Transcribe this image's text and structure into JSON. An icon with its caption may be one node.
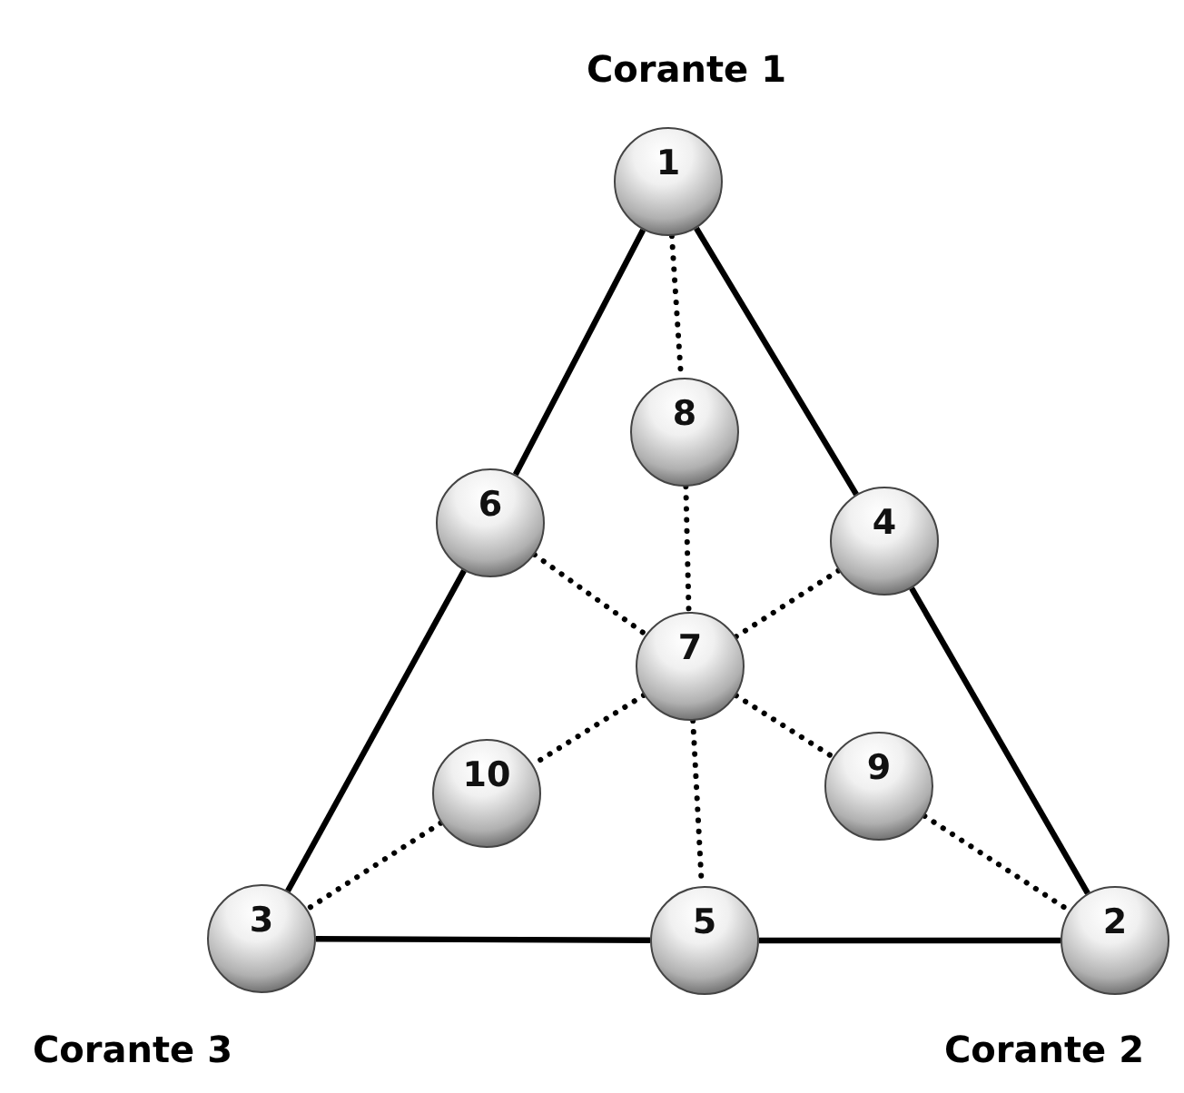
{
  "diagram": {
    "nodes": [
      {
        "text": [
          "1"
        ]
      },
      {
        "text": [
          "8"
        ]
      },
      {
        "text": [
          "6"
        ]
      },
      {
        "text": [
          "4"
        ]
      },
      {
        "text": [
          "7"
        ]
      },
      {
        "text": [
          "10"
        ]
      },
      {
        "text": [
          "9"
        ]
      },
      {
        "text": [
          "3"
        ]
      },
      {
        "text": [
          "5"
        ]
      },
      {
        "text": [
          "2"
        ]
      }
    ],
    "edges": [
      {
        "from": 0,
        "to": 2,
        "arrow": "none"
      },
      {
        "from": 2,
        "to": 7,
        "arrow": "none"
      },
      {
        "from": 7,
        "to": 8,
        "arrow": "none"
      },
      {
        "from": 8,
        "to": 9,
        "arrow": "none"
      },
      {
        "from": 9,
        "to": 3,
        "arrow": "none"
      },
      {
        "from": 3,
        "to": 0,
        "arrow": "none"
      },
      {
        "from": 0,
        "to": 1,
        "arrow": "none",
        "style": "dashed"
      },
      {
        "from": 1,
        "to": 4,
        "arrow": "none",
        "style": "dashed"
      },
      {
        "from": 4,
        "to": 8,
        "arrow": "none",
        "style": "dashed"
      },
      {
        "from": 2,
        "to": 4,
        "arrow": "none",
        "style": "dashed"
      },
      {
        "from": 4,
        "to": 6,
        "arrow": "none",
        "style": "dashed"
      },
      {
        "from": 6,
        "to": 9,
        "arrow": "none",
        "style": "dashed"
      },
      {
        "from": 3,
        "to": 4,
        "arrow": "none",
        "style": "dashed"
      },
      {
        "from": 4,
        "to": 5,
        "arrow": "none",
        "style": "dashed"
      },
      {
        "from": 5,
        "to": 7,
        "arrow": "none",
        "style": "dashed"
      }
    ],
    "labels": [
      "Corante 1",
      "Corante 3",
      "Corante 2"
    ]
  }
}
